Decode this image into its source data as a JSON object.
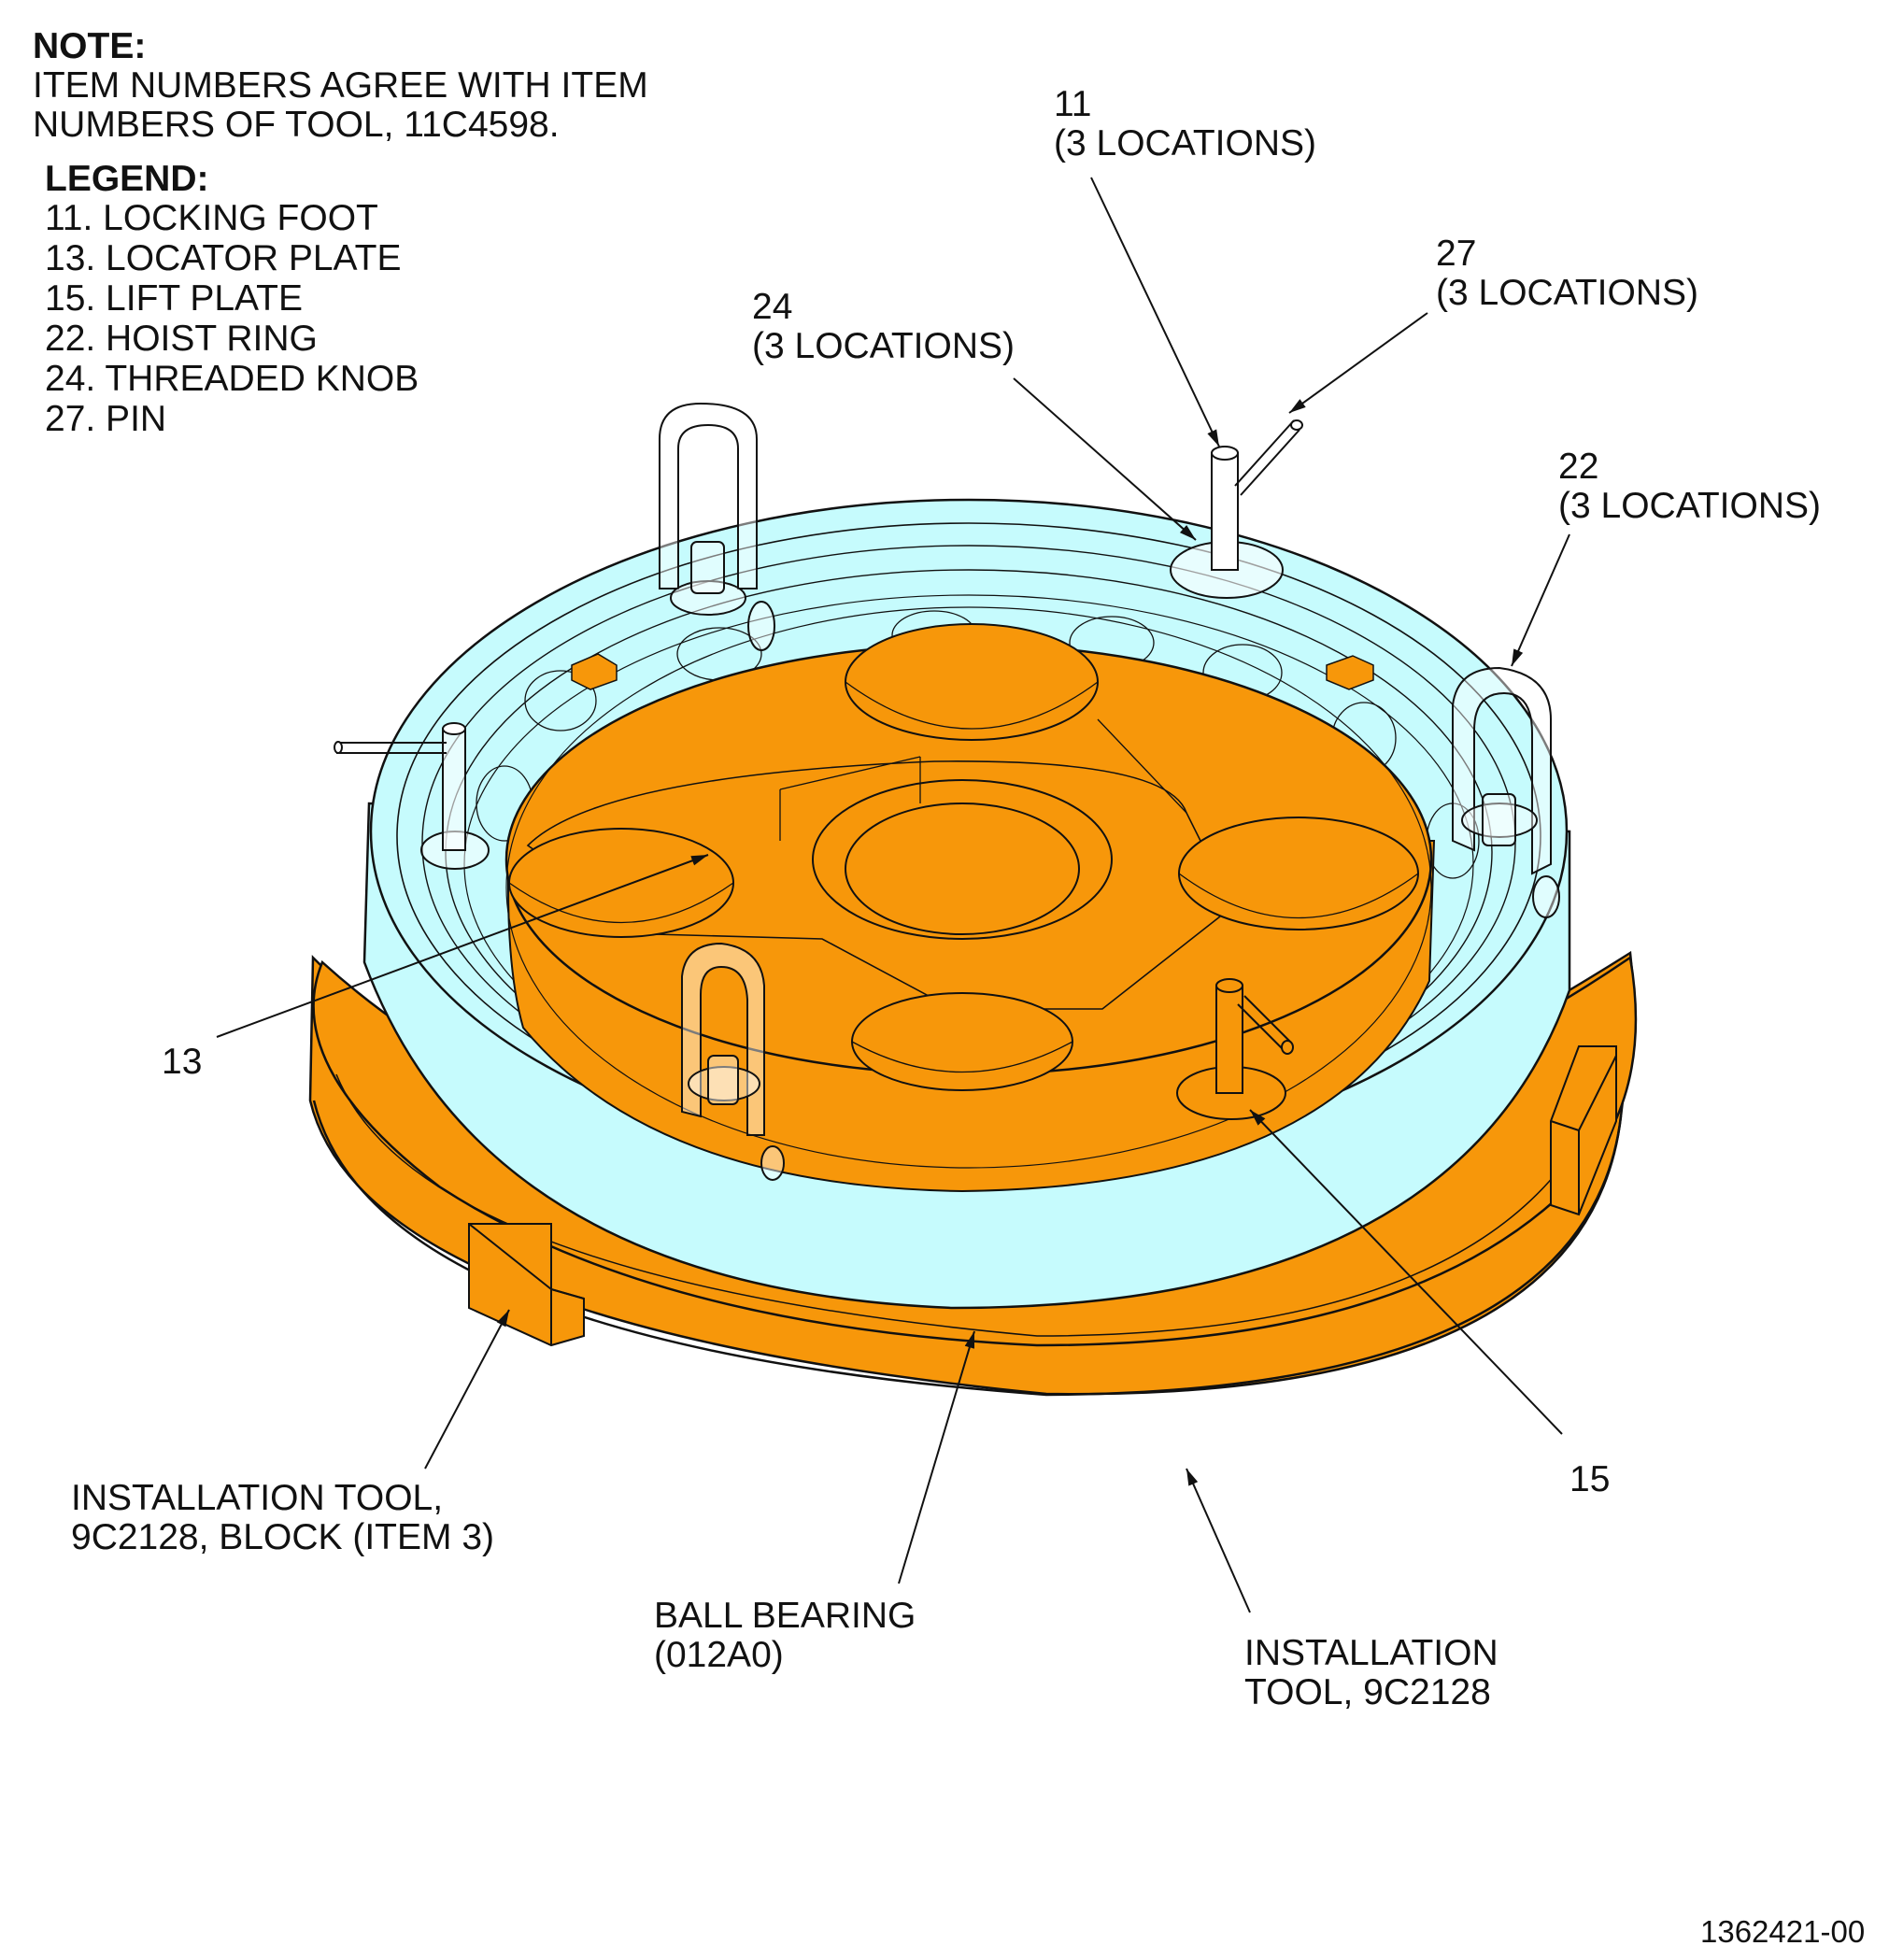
{
  "note": {
    "heading": "NOTE:",
    "line1": "ITEM NUMBERS AGREE WITH ITEM",
    "line2": "NUMBERS OF TOOL, 11C4598."
  },
  "legend": {
    "heading": "LEGEND:",
    "items": [
      "11. LOCKING FOOT",
      "13. LOCATOR PLATE",
      "15. LIFT PLATE",
      "22. HOIST RING",
      "24. THREADED KNOB",
      "27. PIN"
    ]
  },
  "callouts": {
    "c11": {
      "number": "11",
      "qty": "(3 LOCATIONS)"
    },
    "c27": {
      "number": "27",
      "qty": "(3 LOCATIONS)"
    },
    "c24": {
      "number": "24",
      "qty": "(3 LOCATIONS)"
    },
    "c22": {
      "number": "22",
      "qty": "(3 LOCATIONS)"
    },
    "c13": {
      "number": "13"
    },
    "c15": {
      "number": "15"
    },
    "block": {
      "line1": "INSTALLATION TOOL,",
      "line2": "9C2128, BLOCK (ITEM 3)"
    },
    "bearing": {
      "line1": "BALL BEARING",
      "line2": "(012A0)"
    },
    "tool": {
      "line1": "INSTALLATION",
      "line2": "TOOL, 9C2128"
    }
  },
  "figure_number": "1362421-00",
  "colors": {
    "tool_orange": "#F7970A",
    "bearing_cyan": "#C6FBFD",
    "line": "#111111"
  }
}
